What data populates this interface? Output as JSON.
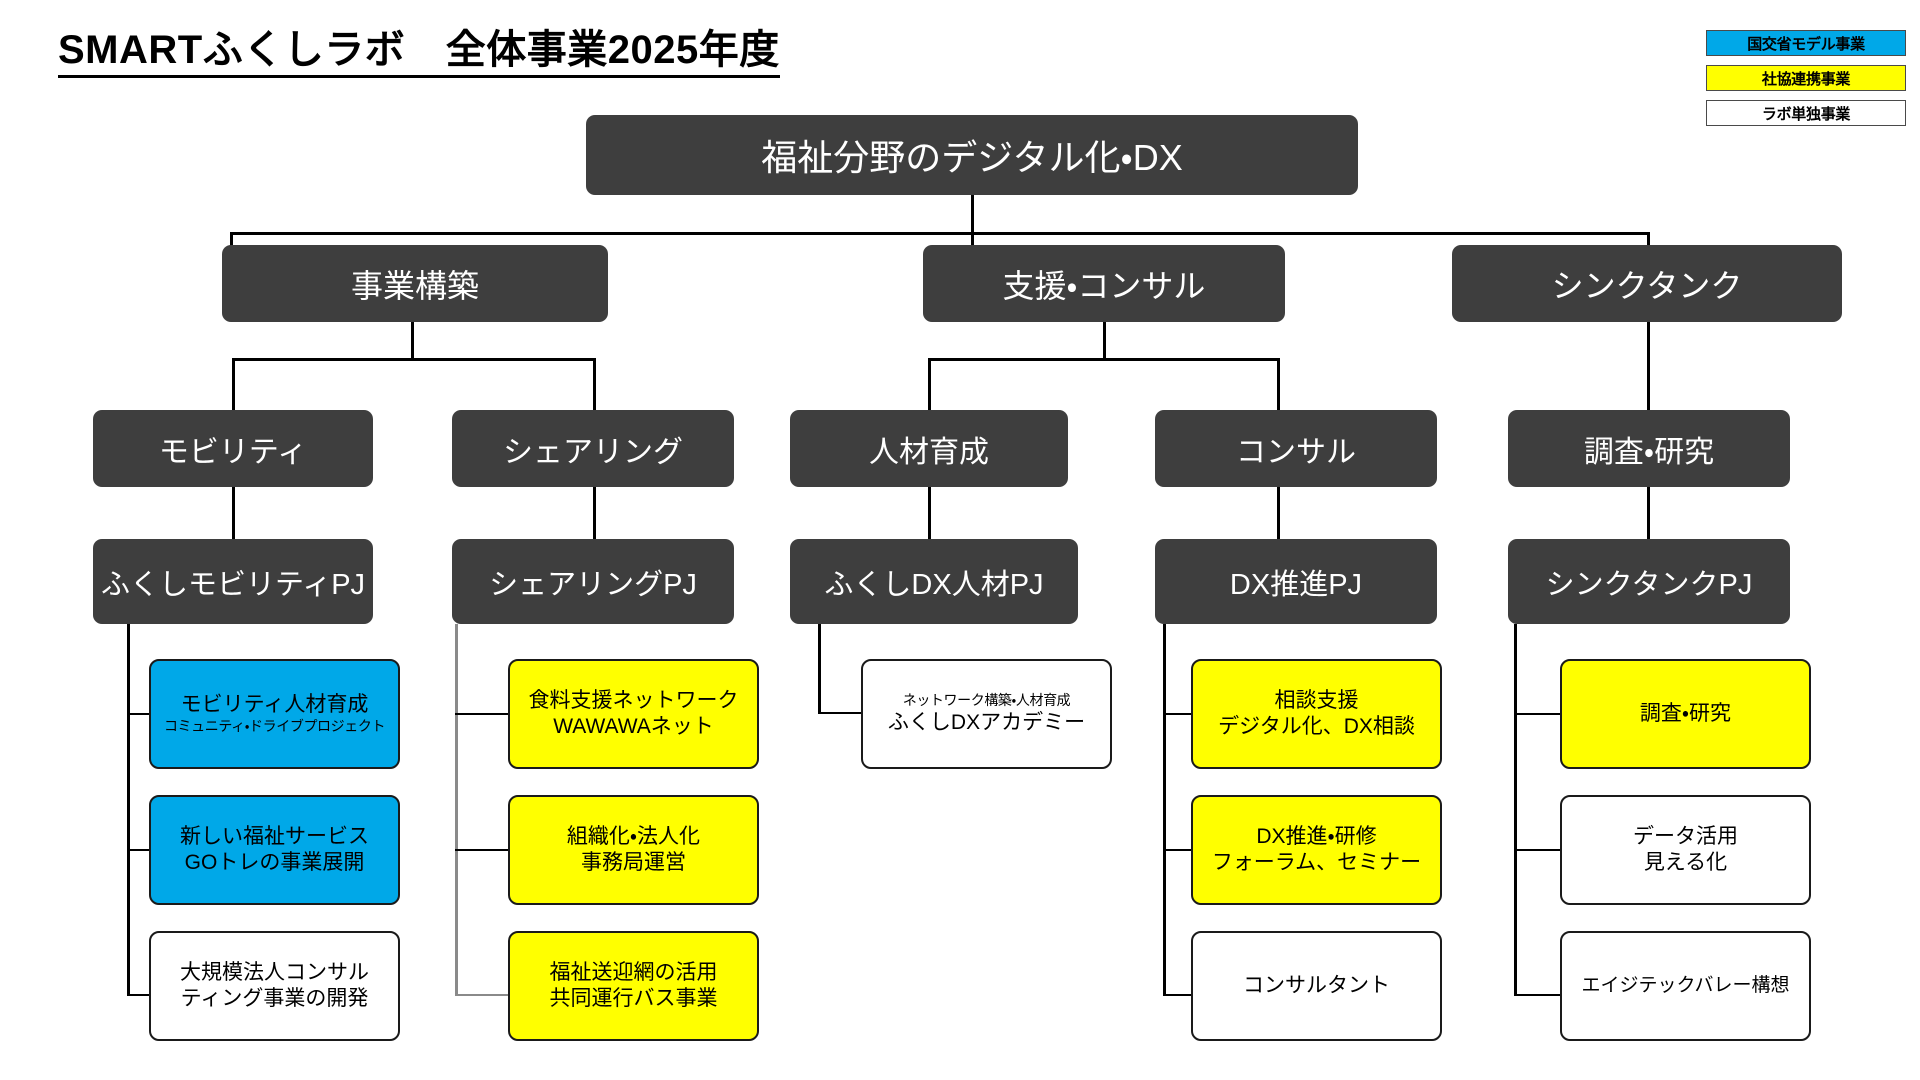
{
  "title": "SMARTふくしラボ　全体事業2025年度",
  "legend": {
    "items": [
      {
        "label": "国交省モデル事業",
        "color": "#00a8e8",
        "key": "blue"
      },
      {
        "label": "社協連携事業",
        "color": "#ffff00",
        "key": "yellow"
      },
      {
        "label": "ラボ単独事業",
        "color": "#ffffff",
        "key": "white"
      }
    ]
  },
  "chart_data": {
    "type": "diagram",
    "diagram_kind": "organization-tree",
    "root": "福祉分野のデジタル化・DX",
    "branches": [
      {
        "name": "事業構築",
        "children": [
          {
            "name": "モビリティ",
            "project": "ふくしモビリティPJ",
            "leaves": [
              {
                "line1": "モビリティ人材育成",
                "line2": "コミュニティ・ドライブプロジェクト",
                "line2_small": true,
                "category": "blue"
              },
              {
                "line1": "新しい福祉サービス",
                "line2": "GOトレの事業展開",
                "category": "blue"
              },
              {
                "line1": "大規模法人コンサル",
                "line2": "ティング事業の開発",
                "category": "white"
              }
            ]
          },
          {
            "name": "シェアリング",
            "project": "シェアリングPJ",
            "leaves": [
              {
                "line1": "食料支援ネットワーク",
                "line2": "WAWAWAネット",
                "category": "yellow"
              },
              {
                "line1": "組織化・法人化",
                "line2": "事務局運営",
                "category": "yellow"
              },
              {
                "line1": "福祉送迎網の活用",
                "line2": "共同運行バス事業",
                "category": "yellow"
              }
            ]
          }
        ]
      },
      {
        "name": "支援・コンサル",
        "children": [
          {
            "name": "人材育成",
            "project": "ふくしDX人材PJ",
            "leaves": [
              {
                "line1": "ネットワーク構築・人材育成",
                "line1_small": true,
                "line2": "ふくしDXアカデミー",
                "category": "white"
              }
            ]
          },
          {
            "name": "コンサル",
            "project": "DX推進PJ",
            "leaves": [
              {
                "line1": "相談支援",
                "line2": "デジタル化、DX相談",
                "category": "yellow"
              },
              {
                "line1": "DX推進・研修",
                "line2": "フォーラム、セミナー",
                "category": "yellow"
              },
              {
                "line1": "コンサルタント",
                "line2": "",
                "category": "white"
              }
            ]
          }
        ]
      },
      {
        "name": "シンクタンク",
        "children": [
          {
            "name": "調査・研究",
            "project": "シンクタンクPJ",
            "leaves": [
              {
                "line1": "調査・研究",
                "line2": "",
                "category": "yellow"
              },
              {
                "line1": "データ活用",
                "line2": "見える化",
                "category": "white"
              },
              {
                "line1": "エイジテックバレー構想",
                "line2": "",
                "category": "white"
              }
            ]
          }
        ]
      }
    ]
  },
  "nodes": {
    "root": "福祉分野のデジタル化・DX",
    "b1": "事業構築",
    "b2": "支援・コンサル",
    "b3": "シンクタンク",
    "c1": "モビリティ",
    "c2": "シェアリング",
    "c3": "人材育成",
    "c4": "コンサル",
    "c5": "調査・研究",
    "p1": "ふくしモビリティPJ",
    "p2": "シェアリングPJ",
    "p3": "ふくしDX人材PJ",
    "p4": "DX推進PJ",
    "p5": "シンクタンクPJ"
  },
  "leaves": {
    "m1a": "モビリティ人材育成",
    "m1b": "コミュニティ・ドライブプロジェクト",
    "m2a": "新しい福祉サービス",
    "m2b": "GOトレの事業展開",
    "m3a": "大規模法人コンサル",
    "m3b": "ティング事業の開発",
    "s1a": "食料支援ネットワーク",
    "s1b": "WAWAWAネット",
    "s2a": "組織化・法人化",
    "s2b": "事務局運営",
    "s3a": "福祉送迎網の活用",
    "s3b": "共同運行バス事業",
    "h1a": "ネットワーク構築・人材育成",
    "h1b": "ふくしDXアカデミー",
    "k1a": "相談支援",
    "k1b": "デジタル化、DX相談",
    "k2a": "DX推進・研修",
    "k2b": "フォーラム、セミナー",
    "k3a": "コンサルタント",
    "t1a": "調査・研究",
    "t2a": "データ活用",
    "t2b": "見える化",
    "t3a": "エイジテックバレー構想"
  }
}
